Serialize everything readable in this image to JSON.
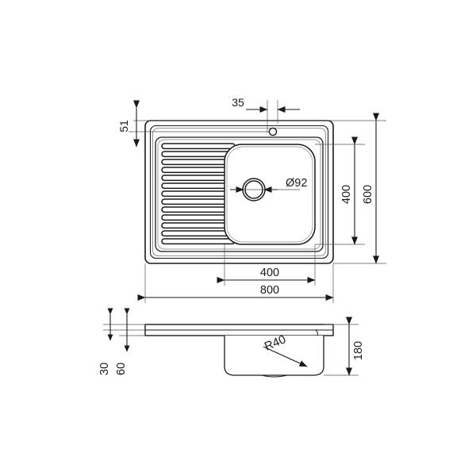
{
  "drawing": {
    "title": "Kitchen sink technical drawing",
    "line_color": "#1a1a1a",
    "fill_color": "#ffffff",
    "views": [
      {
        "name": "top-view",
        "label": ""
      },
      {
        "name": "side-elevation-view",
        "label": ""
      }
    ]
  },
  "dimensions": {
    "top_view": {
      "tap_hole_offset": "35",
      "rear_ledge": "51",
      "bowl_height": "400",
      "overall_height": "600",
      "bowl_width": "400",
      "overall_width": "800",
      "drain_diameter": "Ø92"
    },
    "elevation": {
      "rim_thickness": "30",
      "rim_total": "60",
      "bowl_depth": "180",
      "corner_radius": "R40"
    }
  },
  "chart_data": {
    "type": "table",
    "title": "Kitchen sink dimensions (mm)",
    "categories": [
      "overall_width",
      "overall_height",
      "bowl_width",
      "bowl_height",
      "drain_diameter",
      "tap_hole_offset",
      "rear_ledge",
      "rim_thickness",
      "rim_total",
      "bowl_depth",
      "corner_radius"
    ],
    "values": [
      800,
      600,
      400,
      400,
      92,
      35,
      51,
      30,
      60,
      180,
      40
    ],
    "labels": [
      "800",
      "600",
      "400",
      "400",
      "Ø92",
      "35",
      "51",
      "30",
      "60",
      "180",
      "R40"
    ]
  }
}
